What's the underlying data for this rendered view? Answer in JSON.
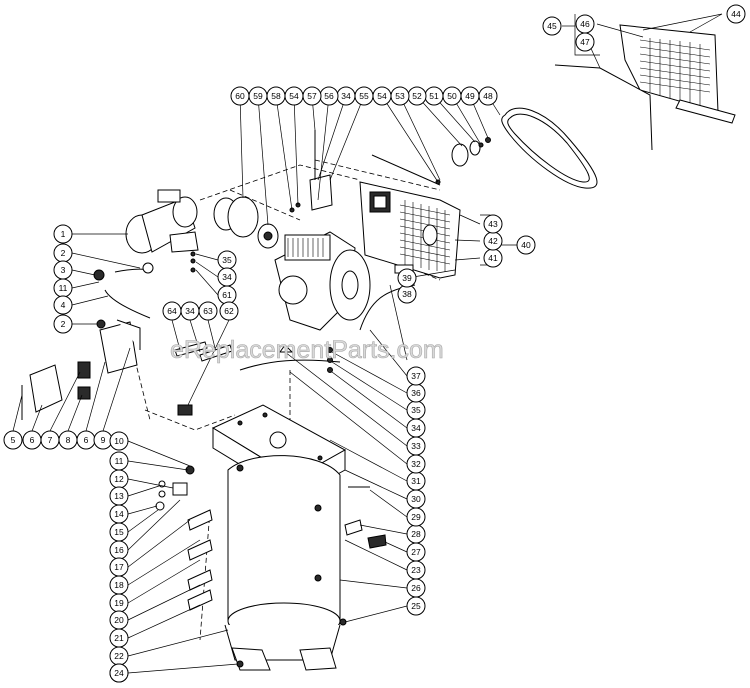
{
  "watermark": "eReplacementParts.com",
  "callouts": [
    "1",
    "2",
    "3",
    "11",
    "4",
    "2",
    "5",
    "6",
    "7",
    "8",
    "6",
    "9",
    "10",
    "11",
    "12",
    "13",
    "14",
    "15",
    "16",
    "17",
    "18",
    "19",
    "20",
    "21",
    "22",
    "23",
    "24",
    "25",
    "26",
    "23",
    "27",
    "28",
    "29",
    "30",
    "31",
    "32",
    "33",
    "34",
    "35",
    "36",
    "37",
    "38",
    "39",
    "40",
    "41",
    "42",
    "43",
    "44",
    "45",
    "46",
    "47",
    "48",
    "49",
    "50",
    "51",
    "52",
    "53",
    "54",
    "55",
    "34",
    "56",
    "57",
    "54",
    "58",
    "59",
    "60",
    "35",
    "34",
    "61",
    "64",
    "34",
    "63",
    "62"
  ]
}
